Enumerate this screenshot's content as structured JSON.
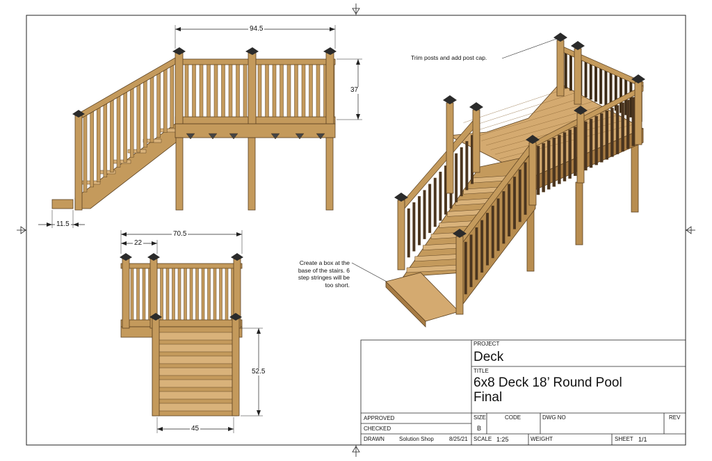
{
  "dimensions": {
    "top_width": "94.5",
    "rail_height": "37",
    "box_depth": "11.5",
    "front_width": "70.5",
    "offset": "22",
    "stair_height": "52.5",
    "stair_width": "45"
  },
  "notes": {
    "post_cap_line": "Trim posts and add post cap.",
    "box_line1": "Create a box at the",
    "box_line2": "base of the stairs.  6",
    "box_line3": "step stringes will be",
    "box_line4": "too short."
  },
  "title_block": {
    "project_label": "PROJECT",
    "project": "Deck",
    "title_label": "TITLE",
    "title_line1": "6x8 Deck 18’ Round Pool",
    "title_line2": "Final",
    "approved_label": "APPROVED",
    "checked_label": "CHECKED",
    "drawn_label": "DRAWN",
    "drawn_by": "Solution Shop",
    "drawn_date": "8/25/21",
    "size_label": "SIZE",
    "size": "B",
    "code_label": "CODE",
    "dwg_no_label": "DWG NO",
    "rev_label": "REV",
    "scale_label": "SCALE",
    "scale": "1:25",
    "weight_label": "WEIGHT",
    "sheet_label": "SHEET",
    "sheet": "1/1"
  },
  "colors": {
    "wood": "#c49a5c",
    "wood_dark": "#8a6534",
    "wood_light": "#d9b27a",
    "post_cap": "#2b2b2b",
    "line": "#222222"
  }
}
